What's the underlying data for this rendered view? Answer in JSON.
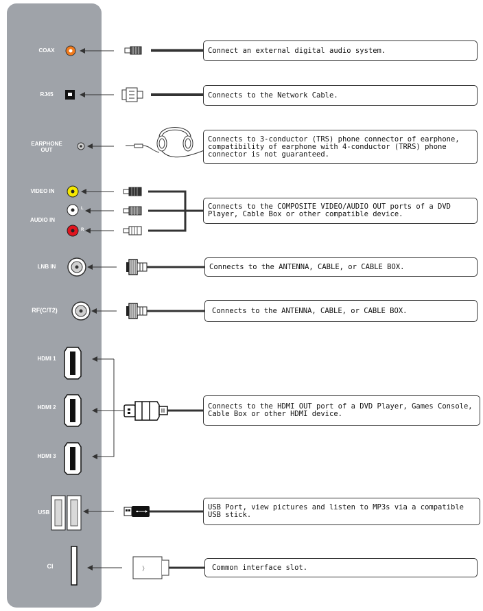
{
  "ports": {
    "coax": "COAX",
    "rj45": "RJ45",
    "earphone": "EARPHONE\nOUT",
    "video_in": "VIDEO IN",
    "audio_in": "AUDIO IN",
    "audio_l": "L",
    "audio_r": "R",
    "lnb_in": "LNB IN",
    "rf": "RF(C/T2)",
    "hdmi1": "HDMI 1",
    "hdmi2": "HDMI 2",
    "hdmi3": "HDMI 3",
    "usb": "USB",
    "ci": "CI"
  },
  "descriptions": {
    "coax": "Connect an external digital audio system.",
    "rj45": "Connects to the Network Cable.",
    "earphone": "Connects to 3-conductor (TRS) phone connector of earphone, compatibility of earphone with 4-conductor (TRRS) phone connector is not guaranteed.",
    "av": "Connects to the COMPOSITE VIDEO/AUDIO OUT ports of a DVD Player, Cable Box or other compatible device.",
    "lnb": "Connects to the ANTENNA, CABLE, or CABLE BOX.",
    "rf": "Connects to the ANTENNA, CABLE, or CABLE BOX.",
    "hdmi": "Connects to the HDMI OUT port of a DVD Player, Games Console, Cable Box or other HDMI device.",
    "usb": "USB Port, view pictures and listen to MP3s via a compatible USB stick.",
    "ci": "Common interface slot."
  },
  "colors": {
    "panel": "#9fa3a9",
    "coax_orange": "#f07a1c",
    "video_yellow": "#f5e800",
    "audio_white": "#ffffff",
    "audio_red": "#e0141e",
    "line": "#333333"
  }
}
